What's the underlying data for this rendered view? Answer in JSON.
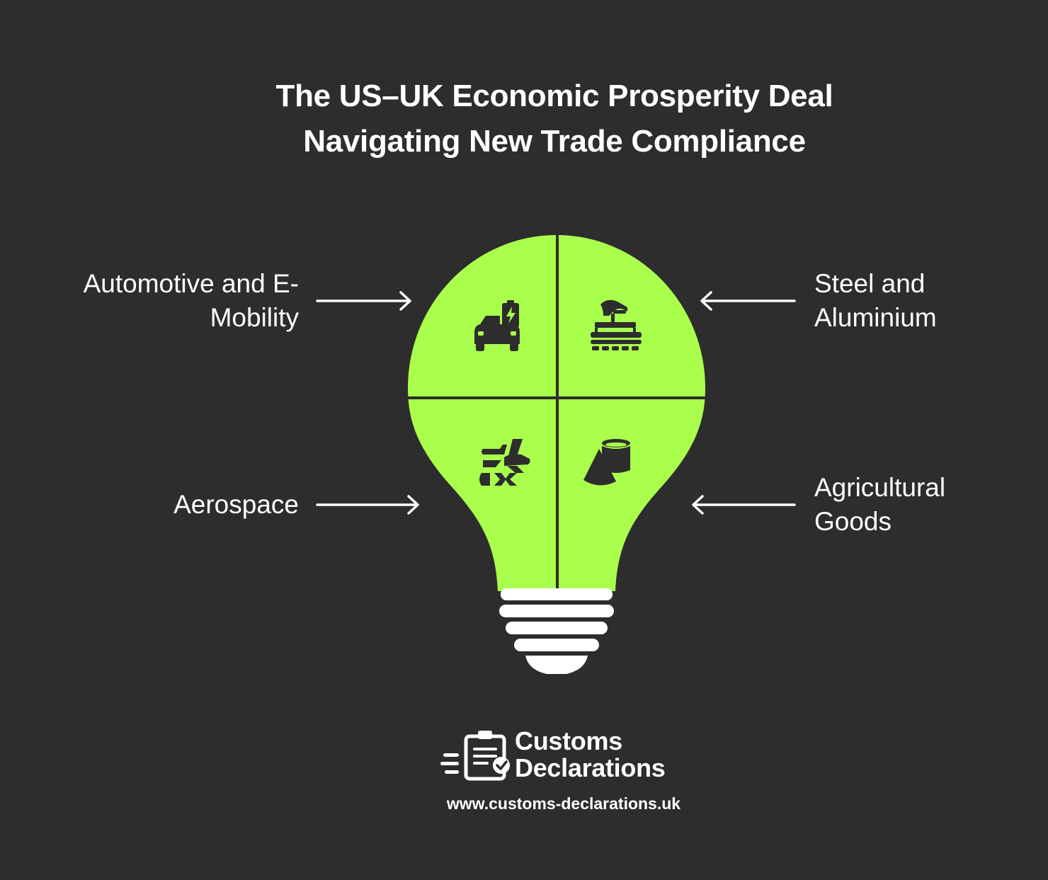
{
  "title": {
    "line1": "The US–UK Economic Prosperity Deal",
    "line2": "Navigating New Trade Compliance"
  },
  "sectors": {
    "top_left": {
      "line1": "Automotive and E-",
      "line2": "Mobility",
      "icon": "electric-car-icon"
    },
    "top_right": {
      "line1": "Steel and",
      "line2": "Aluminium",
      "icon": "robotic-production-line-icon"
    },
    "bottom_left": {
      "line1": "Aerospace",
      "icon": "aircraft-icon"
    },
    "bottom_right": {
      "line1": "Agricultural",
      "line2": "Goods",
      "icon": "cylinder-cone-shapes-icon"
    }
  },
  "brand": {
    "name_line1": "Customs",
    "name_line2": "Declarations",
    "url": "www.customs-declarations.uk",
    "logo_icon": "clipboard-check-icon"
  },
  "colors": {
    "background": "#2d2d2d",
    "bulb": "#aaff4d",
    "text": "#ffffff"
  }
}
